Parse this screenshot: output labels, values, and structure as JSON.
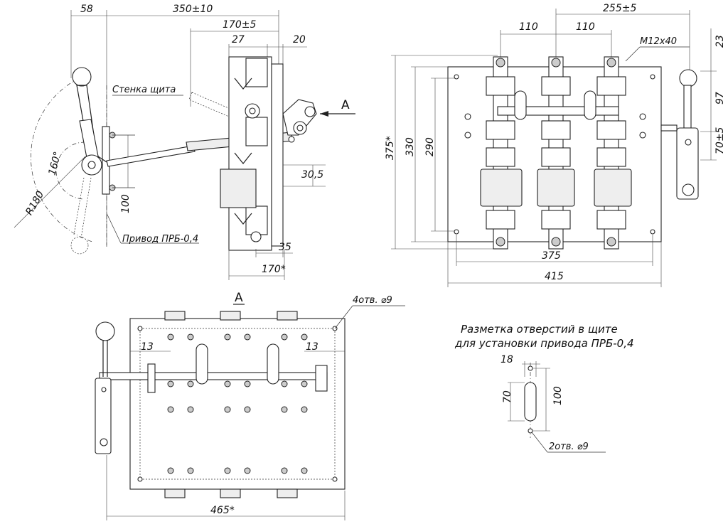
{
  "drawing": {
    "side_view": {
      "dims": {
        "d58": "58",
        "d350": "350±10",
        "d170a": "170±5",
        "d27": "27",
        "d20": "20",
        "d30_5": "30,5",
        "d35": "35",
        "d170b": "170*",
        "d100": "100",
        "angle": "160°",
        "radius": "R180"
      },
      "labels": {
        "panel_wall": "Стенка щита",
        "drive": "Привод ПРБ-0,4",
        "view_arrow": "A"
      }
    },
    "front_view": {
      "dims": {
        "d110a": "110",
        "d110b": "110",
        "d255": "255±5",
        "thread": "M12x40",
        "d23": "23",
        "d97": "97",
        "d70": "70±5",
        "d375v": "375*",
        "d330": "330",
        "d290": "290",
        "d375h": "375",
        "d415": "415"
      }
    },
    "top_view": {
      "title": "A",
      "dims": {
        "holes": "4отв. ⌀9",
        "d13a": "13",
        "d13b": "13",
        "d465": "465*"
      }
    },
    "hole_layout": {
      "title_line1": "Разметка отверстий в щите",
      "title_line2": "для установки привода ПРБ-0,4",
      "dims": {
        "d18": "18",
        "d70": "70",
        "d100": "100",
        "holes": "2отв. ⌀9"
      }
    }
  }
}
